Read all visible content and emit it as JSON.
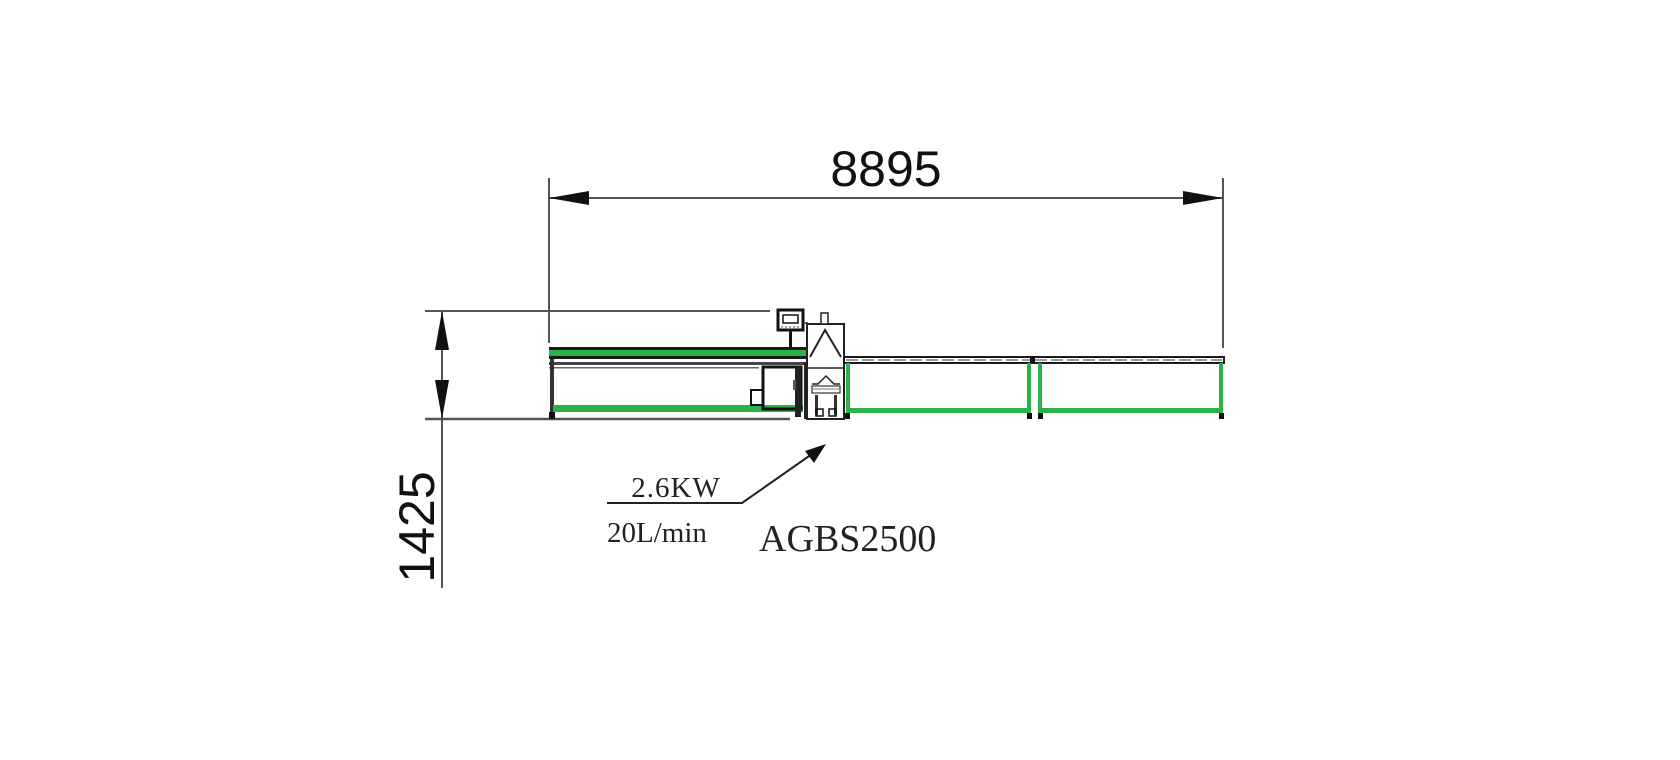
{
  "drawing": {
    "title": "AGBS2500 side elevation layout",
    "dimensions": {
      "overall_length": "8895",
      "overall_height": "1425"
    },
    "annotations": {
      "power": "2.6KW",
      "flow": "20L/min",
      "model": "AGBS2500"
    },
    "colors": {
      "line": "#1a1a1a",
      "dim_line": "#555555",
      "frame_green": "#2bb34a",
      "background": "#ffffff"
    },
    "components": [
      "infeed-table",
      "control-panel-monitor",
      "saw-head-machine",
      "outfeed-roller-table-1",
      "outfeed-roller-table-2"
    ]
  }
}
